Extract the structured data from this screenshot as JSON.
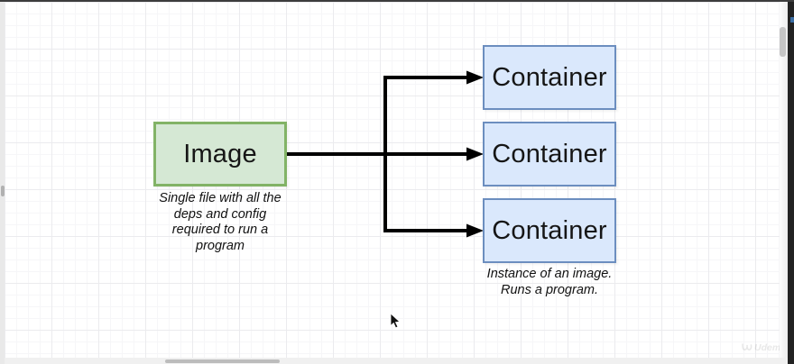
{
  "window": {
    "watermark_label": "Udemy"
  },
  "colors": {
    "image_fill": "#d5e8d4",
    "image_border": "#82b366",
    "container_fill": "#dae8fc",
    "container_border": "#6c8ebf",
    "arrow": "#000000",
    "grid_minor": "#f6f6f8",
    "grid_major": "#ebebee",
    "scrollbar_thumb": "#c6c6c6"
  },
  "diagram": {
    "image_node": {
      "label": "Image"
    },
    "image_caption": "Single file with all the\ndeps and config\nrequired to run a\nprogram",
    "containers": [
      {
        "label": "Container"
      },
      {
        "label": "Container"
      },
      {
        "label": "Container"
      }
    ],
    "container_caption": "Instance of an image.\nRuns a program."
  }
}
